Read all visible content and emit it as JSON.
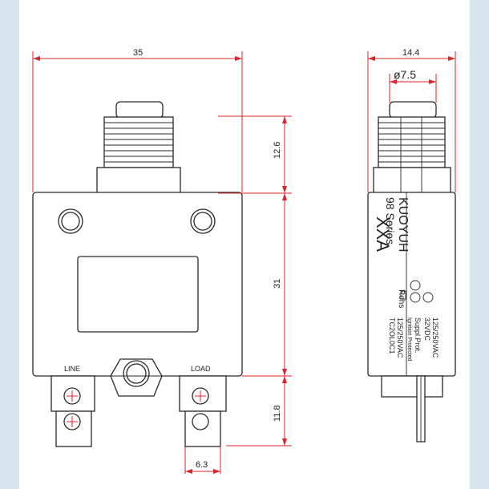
{
  "dimensions": {
    "width_front": "35",
    "width_side": "14.4",
    "diameter_button": "ø7.5",
    "button_height": "12.6",
    "body_height": "31",
    "terminal_length": "11.8",
    "terminal_width": "6.3"
  },
  "labels": {
    "line": "LINE",
    "load": "LOAD"
  },
  "side_marking": {
    "brand": "KUOYUH",
    "series": "98 Series",
    "rating": "XXA",
    "ac_rating": "125/250VAC",
    "dc_rating": "32VDC",
    "suppl_prot": "Suppl.Prot.",
    "ignition": "Ignition Protected",
    "rohs": "Rohs",
    "ac_rating_2": "125/250VAC",
    "code": "TC2OL0C1"
  },
  "colors": {
    "dimension_line": "#d8262c",
    "outline": "#2a2a2a",
    "frame_background": "#d7e6ee"
  }
}
